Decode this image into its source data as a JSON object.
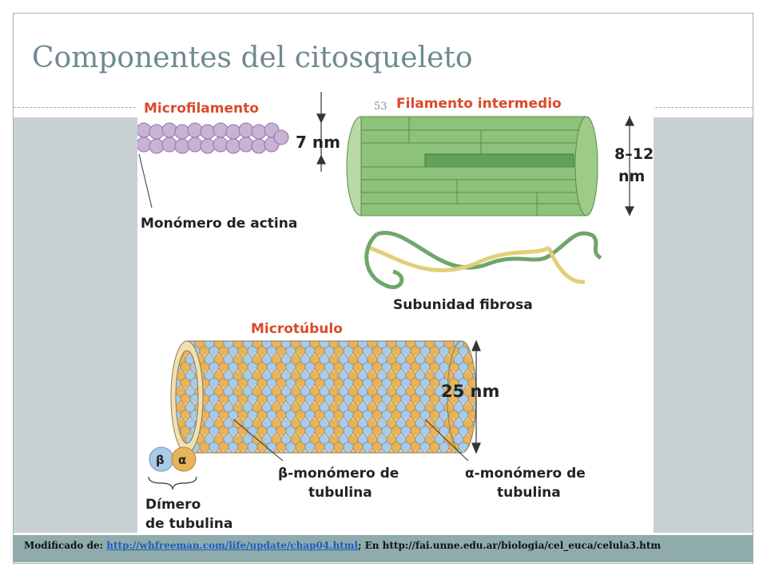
{
  "slide": {
    "title": "Componentes del citosqueleto",
    "number": "53"
  },
  "figure": {
    "labels": {
      "microfilament": "Microfilamento",
      "microfilament_size": "7 nm",
      "actin_monomer": "Monómero de actina",
      "intermediate_filament": "Filamento intermedio",
      "if_size_1": "8–12",
      "if_size_2": "nm",
      "fibrous_subunit": "Subunidad fibrosa",
      "microtubule": "Microtúbulo",
      "microtubule_size": "25 nm",
      "beta_symbol": "β",
      "alpha_symbol": "α",
      "beta_line1": "β-monómero de",
      "beta_line2": "tubulina",
      "alpha_line1": "α-monómero de",
      "alpha_line2": "tubulina",
      "dimer_line1": "Dímero",
      "dimer_line2": "de tubulina"
    },
    "colors": {
      "microfilament": "#c9b2d6",
      "intermediate": "#8dc27a",
      "alpha": "#e8b45a",
      "beta": "#a9cbe8",
      "label_red": "#d84b2a"
    }
  },
  "footer": {
    "prefix": "Modificado de:",
    "link": "http://whfreeman.com/life/update/chap04.html",
    "separator": ";",
    "suffix": "En http://fai.unne.edu.ar/biologia/cel_euca/celula3.htm"
  }
}
